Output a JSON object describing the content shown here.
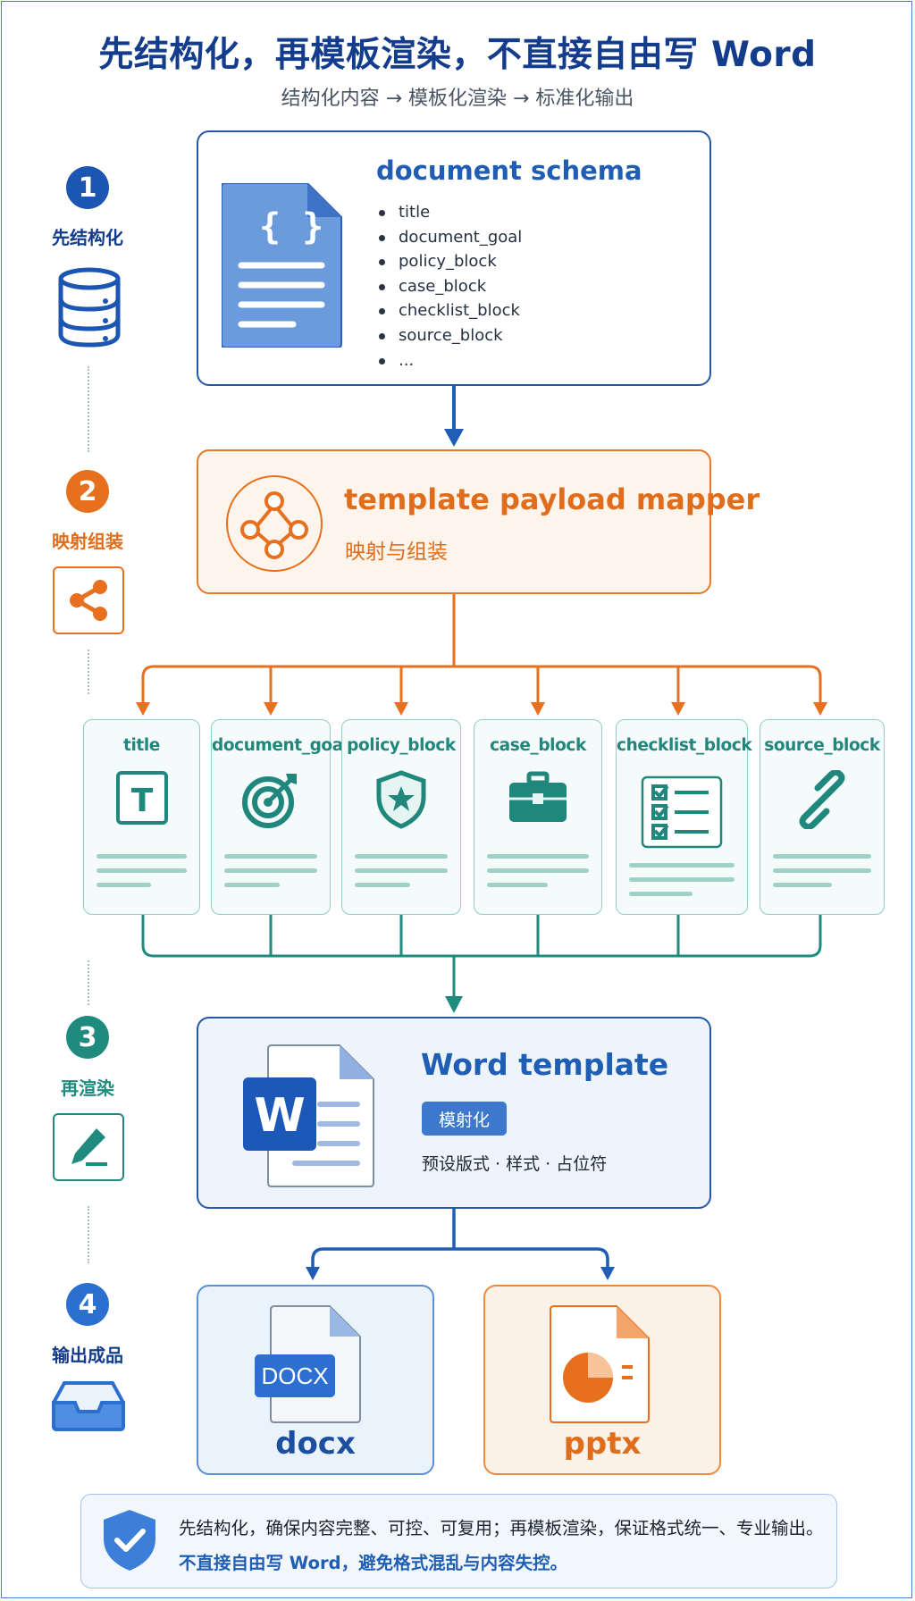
{
  "header": {
    "title": "先结构化，再模板渲染，不直接自由写 Word",
    "subtitle": "结构化内容 → 模板化渲染 → 标准化输出"
  },
  "steps": [
    {
      "num": "1",
      "label": "先结构化",
      "color": "#1b56b3",
      "icon": "database-icon"
    },
    {
      "num": "2",
      "label": "映射组装",
      "color": "#e6701d",
      "icon": "share-nodes-icon"
    },
    {
      "num": "3",
      "label": "再渲染",
      "color": "#1e8b7e",
      "icon": "pen-edit-icon"
    },
    {
      "num": "4",
      "label": "输出成品",
      "color": "#2b6fcf",
      "icon": "inbox-tray-icon"
    }
  ],
  "schema": {
    "title": "document schema",
    "icon_glyph": "{ }",
    "fields": [
      "title",
      "document_goal",
      "policy_block",
      "case_block",
      "checklist_block",
      "source_block",
      "..."
    ]
  },
  "mapper": {
    "title": "template payload mapper",
    "subtitle": "映射与组装"
  },
  "blocks": [
    {
      "label": "title",
      "icon": "text-t-icon",
      "icon_glyph": "T"
    },
    {
      "label": "document_goal",
      "icon": "target-icon"
    },
    {
      "label": "policy_block",
      "icon": "shield-star-icon"
    },
    {
      "label": "case_block",
      "icon": "briefcase-icon"
    },
    {
      "label": "checklist_block",
      "icon": "checklist-icon"
    },
    {
      "label": "source_block",
      "icon": "link-icon"
    }
  ],
  "word_template": {
    "title": "Word template",
    "badge": "模射化",
    "subtitle": "预设版式 · 样式 · 占位符",
    "icon_glyph": "W"
  },
  "outputs": {
    "docx_badge": "DOCX",
    "docx_label": "docx",
    "pptx_label": "pptx"
  },
  "note": {
    "line1": "先结构化，确保内容完整、可控、可复用；再模板渲染，保证格式统一、专业输出。",
    "line2": "不直接自由写 Word，避免格式混乱与内容失控。"
  },
  "colors": {
    "blue": "#1f5eb4",
    "orange": "#e6701d",
    "teal": "#1e8b7e"
  }
}
